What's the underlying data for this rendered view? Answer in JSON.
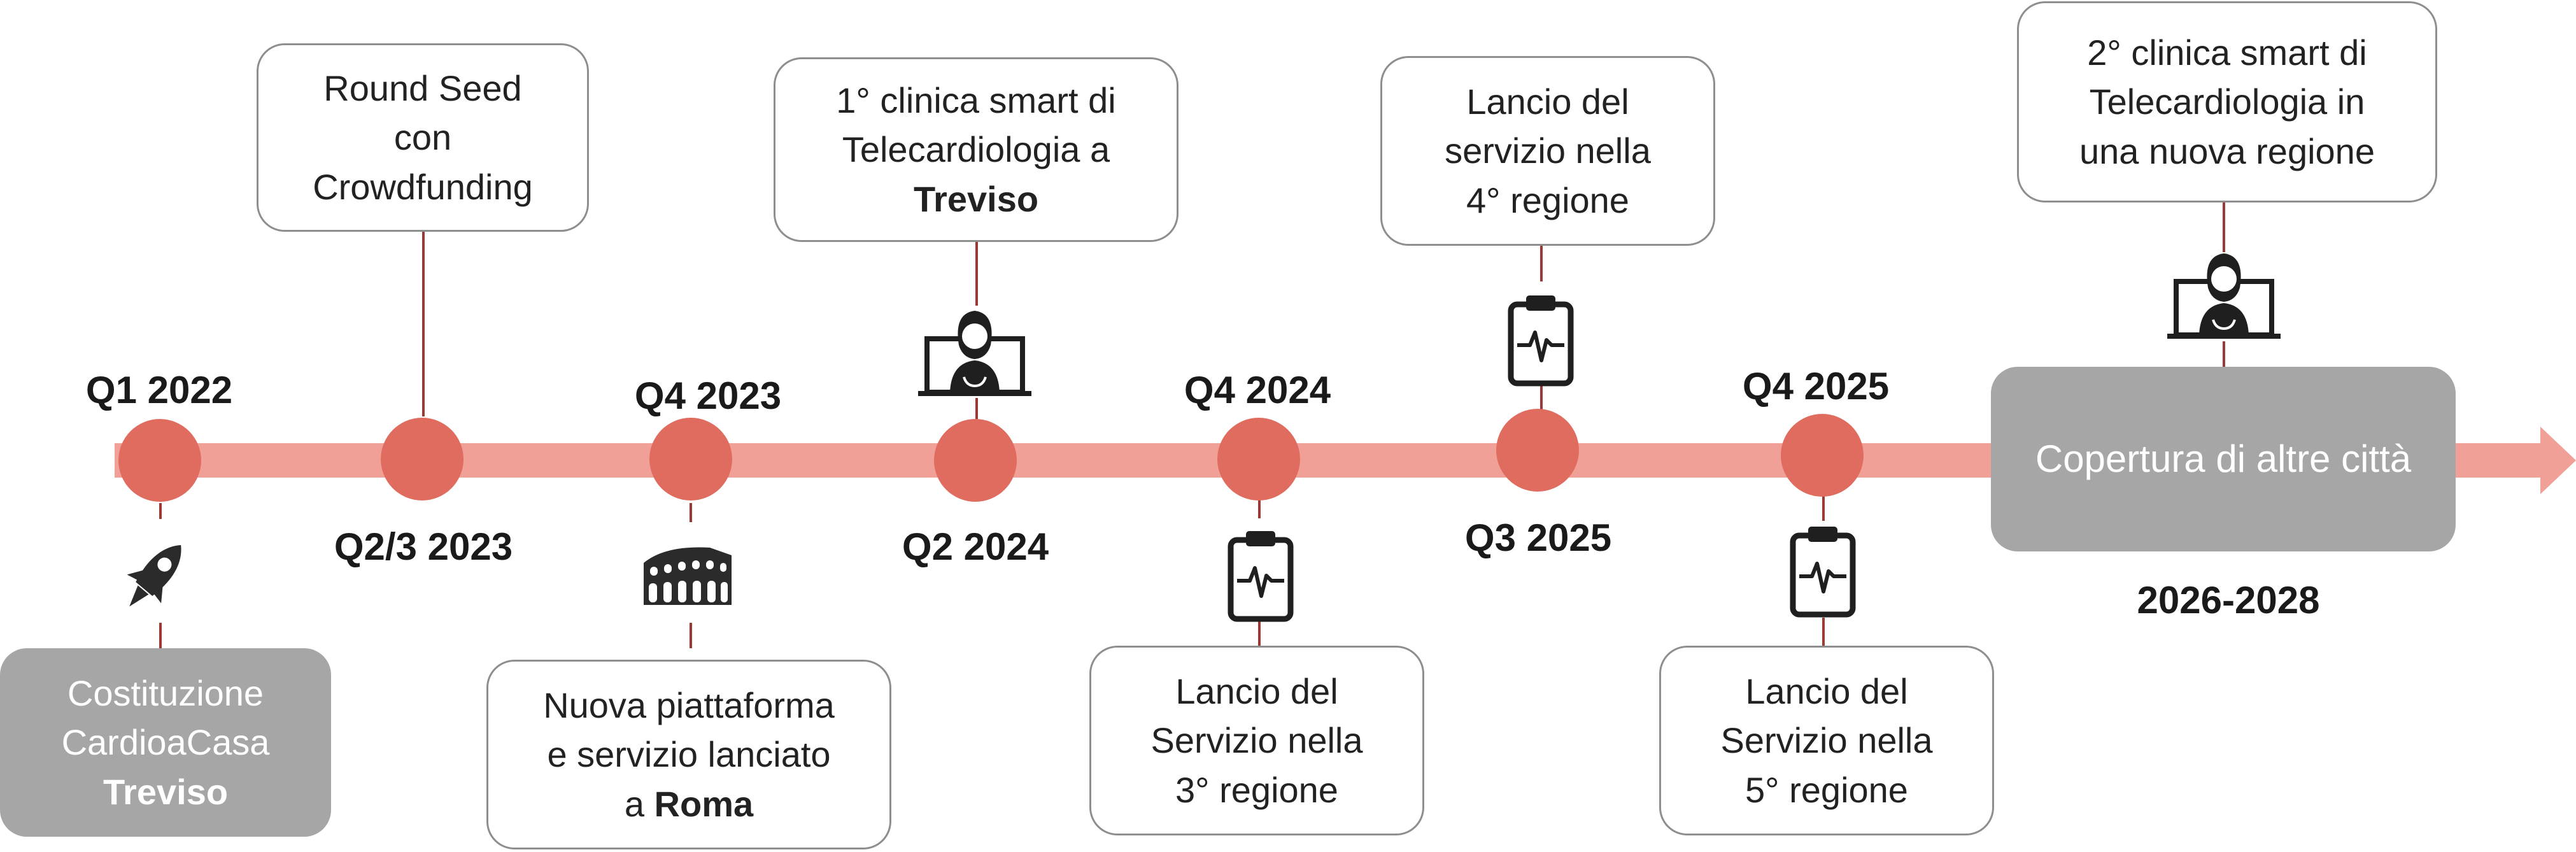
{
  "colors": {
    "arrow": "#f0a096",
    "dot": "#e06c5f",
    "connector": "#9a3a34",
    "box_border": "#8e8e8e",
    "grey_box": "#a6a6a6",
    "text": "#222222"
  },
  "events": [
    {
      "date": "Q1 2022",
      "lines": [
        [
          "Costituzione"
        ],
        [
          "CardioaCasa"
        ],
        [
          {
            "t": "Treviso",
            "b": true
          }
        ]
      ],
      "icon": "rocket-icon",
      "box_style": "grey"
    },
    {
      "date": "Q2/3 2023",
      "lines": [
        [
          "Round Seed"
        ],
        [
          "con"
        ],
        [
          "Crowdfunding"
        ]
      ],
      "icon": null,
      "box_style": "white"
    },
    {
      "date": "Q4 2023",
      "lines": [
        [
          "Nuova piattaforma"
        ],
        [
          "e servizio lanciato"
        ],
        [
          "a ",
          {
            "t": "Roma",
            "b": true
          }
        ]
      ],
      "icon": "colosseum-icon",
      "box_style": "white"
    },
    {
      "date": "Q2 2024",
      "lines": [
        [
          "1° clinica smart di"
        ],
        [
          "Telecardiologia a"
        ],
        [
          {
            "t": "Treviso",
            "b": true
          }
        ]
      ],
      "icon": "doctor-monitor-icon",
      "box_style": "white"
    },
    {
      "date": "Q4 2024",
      "lines": [
        [
          "Lancio del"
        ],
        [
          "Servizio nella"
        ],
        [
          "3° regione"
        ]
      ],
      "icon": "clipboard-heartbeat-icon",
      "box_style": "white"
    },
    {
      "date": "Q3 2025",
      "lines": [
        [
          "Lancio del"
        ],
        [
          "servizio nella"
        ],
        [
          "4° regione"
        ]
      ],
      "icon": "clipboard-heartbeat-icon",
      "box_style": "white"
    },
    {
      "date": "Q4 2025",
      "lines": [
        [
          "Lancio del"
        ],
        [
          "Servizio nella"
        ],
        [
          "5° regione"
        ]
      ],
      "icon": "clipboard-heartbeat-icon",
      "box_style": "white"
    },
    {
      "date": "2026-2028",
      "lines": [
        [
          "2° clinica smart di"
        ],
        [
          "Telecardiologia in"
        ],
        [
          "una nuova regione"
        ]
      ],
      "icon": "doctor-monitor-icon",
      "box_style": "white"
    }
  ],
  "future": {
    "label": "Copertura di altre città"
  }
}
